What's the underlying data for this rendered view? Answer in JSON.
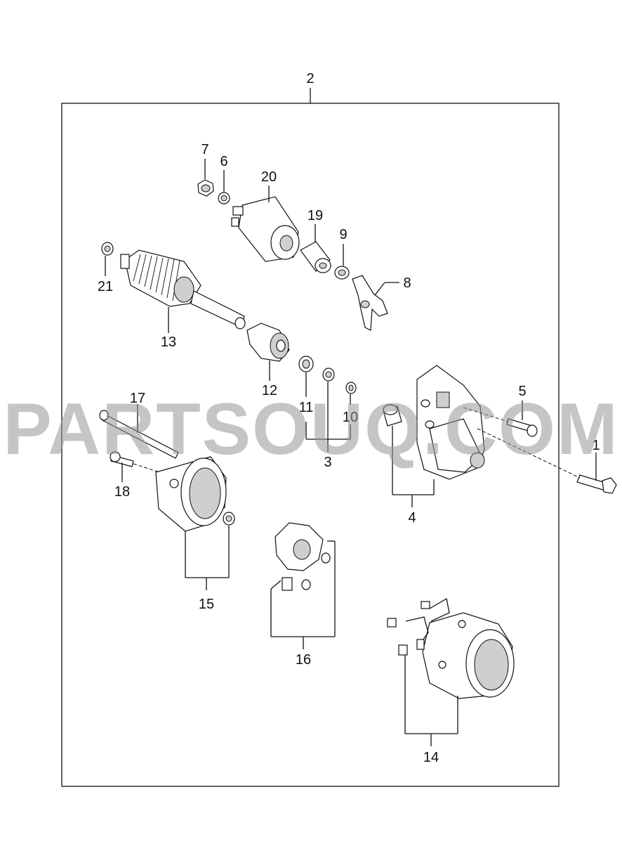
{
  "watermark": "PARTSOUQ.COM",
  "callouts": {
    "c1": "1",
    "c2": "2",
    "c3": "3",
    "c4": "4",
    "c5": "5",
    "c6": "6",
    "c7": "7",
    "c8": "8",
    "c9": "9",
    "c10": "10",
    "c11": "11",
    "c12": "12",
    "c13": "13",
    "c14": "14",
    "c15": "15",
    "c16": "16",
    "c17": "17",
    "c18": "18",
    "c19": "19",
    "c20": "20",
    "c21": "21"
  }
}
